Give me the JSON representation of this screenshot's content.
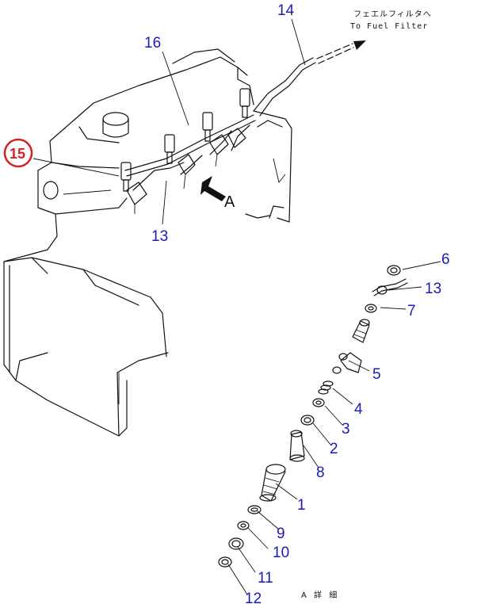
{
  "callouts": {
    "p14": "14",
    "p16": "16",
    "p15": "15",
    "p13a": "13",
    "p6": "6",
    "p13b": "13",
    "p7": "7",
    "p5": "5",
    "p4": "4",
    "p3": "3",
    "p2": "2",
    "p8": "8",
    "p1": "1",
    "p9": "9",
    "p10": "10",
    "p11": "11",
    "p12": "12"
  },
  "notes": {
    "fuel_filter_jp": "フェエルフィルタへ",
    "fuel_filter_en": "To Fuel Filter",
    "view_letter": "A",
    "detail_caption": "A 詳 細"
  },
  "colors": {
    "callout_text": "#1a1ab8",
    "highlight_ring": "#d42020",
    "linework": "#111111"
  }
}
